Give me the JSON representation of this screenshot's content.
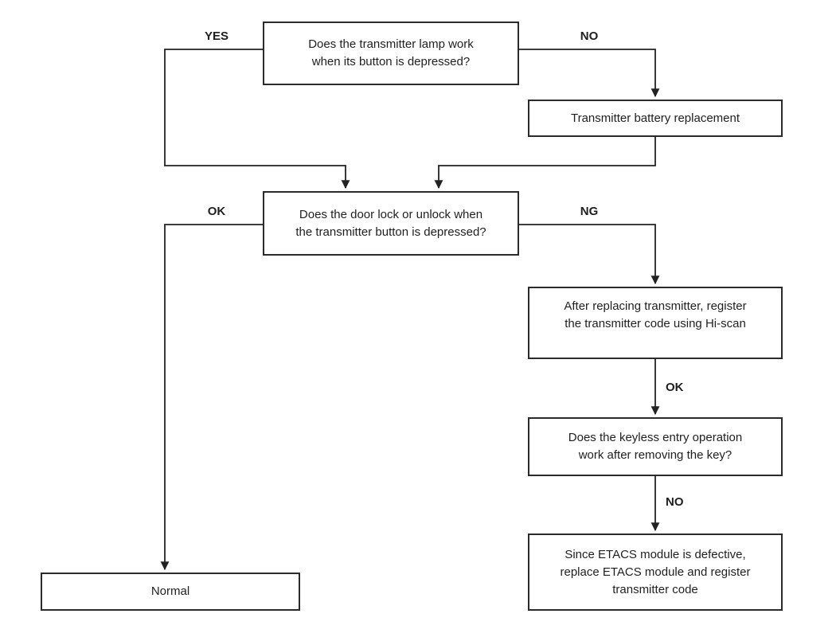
{
  "diagram": {
    "type": "flowchart",
    "colors": {
      "background": "#ffffff",
      "line": "#222222",
      "text": "#1f1f1f"
    },
    "nodes": [
      {
        "id": "transmitter-lamp-question",
        "text": "Does the transmitter lamp work\nwhen its button is depressed?"
      },
      {
        "id": "battery-replacement",
        "text": "Transmitter battery replacement"
      },
      {
        "id": "door-lock-question",
        "text": "Does the door lock or unlock when\nthe transmitter button is depressed?"
      },
      {
        "id": "register-transmitter-code",
        "text": "After replacing transmitter, register\nthe transmitter code using Hi-scan"
      },
      {
        "id": "keyless-entry-question",
        "text": "Does the keyless entry operation\nwork after removing the key?"
      },
      {
        "id": "replace-etacs-module",
        "text": "Since ETACS module is defective,\nreplace ETACS module and register\ntransmitter code"
      },
      {
        "id": "normal",
        "text": "Normal"
      }
    ],
    "edge_labels": [
      {
        "id": "yes-from-lamp-question",
        "text": "YES"
      },
      {
        "id": "no-from-lamp-question",
        "text": "NO"
      },
      {
        "id": "ok-from-door-lock-question",
        "text": "OK"
      },
      {
        "id": "ng-from-door-lock-question",
        "text": "NG"
      },
      {
        "id": "ok-from-register",
        "text": "OK"
      },
      {
        "id": "no-from-keyless-question",
        "text": "NO"
      }
    ]
  }
}
